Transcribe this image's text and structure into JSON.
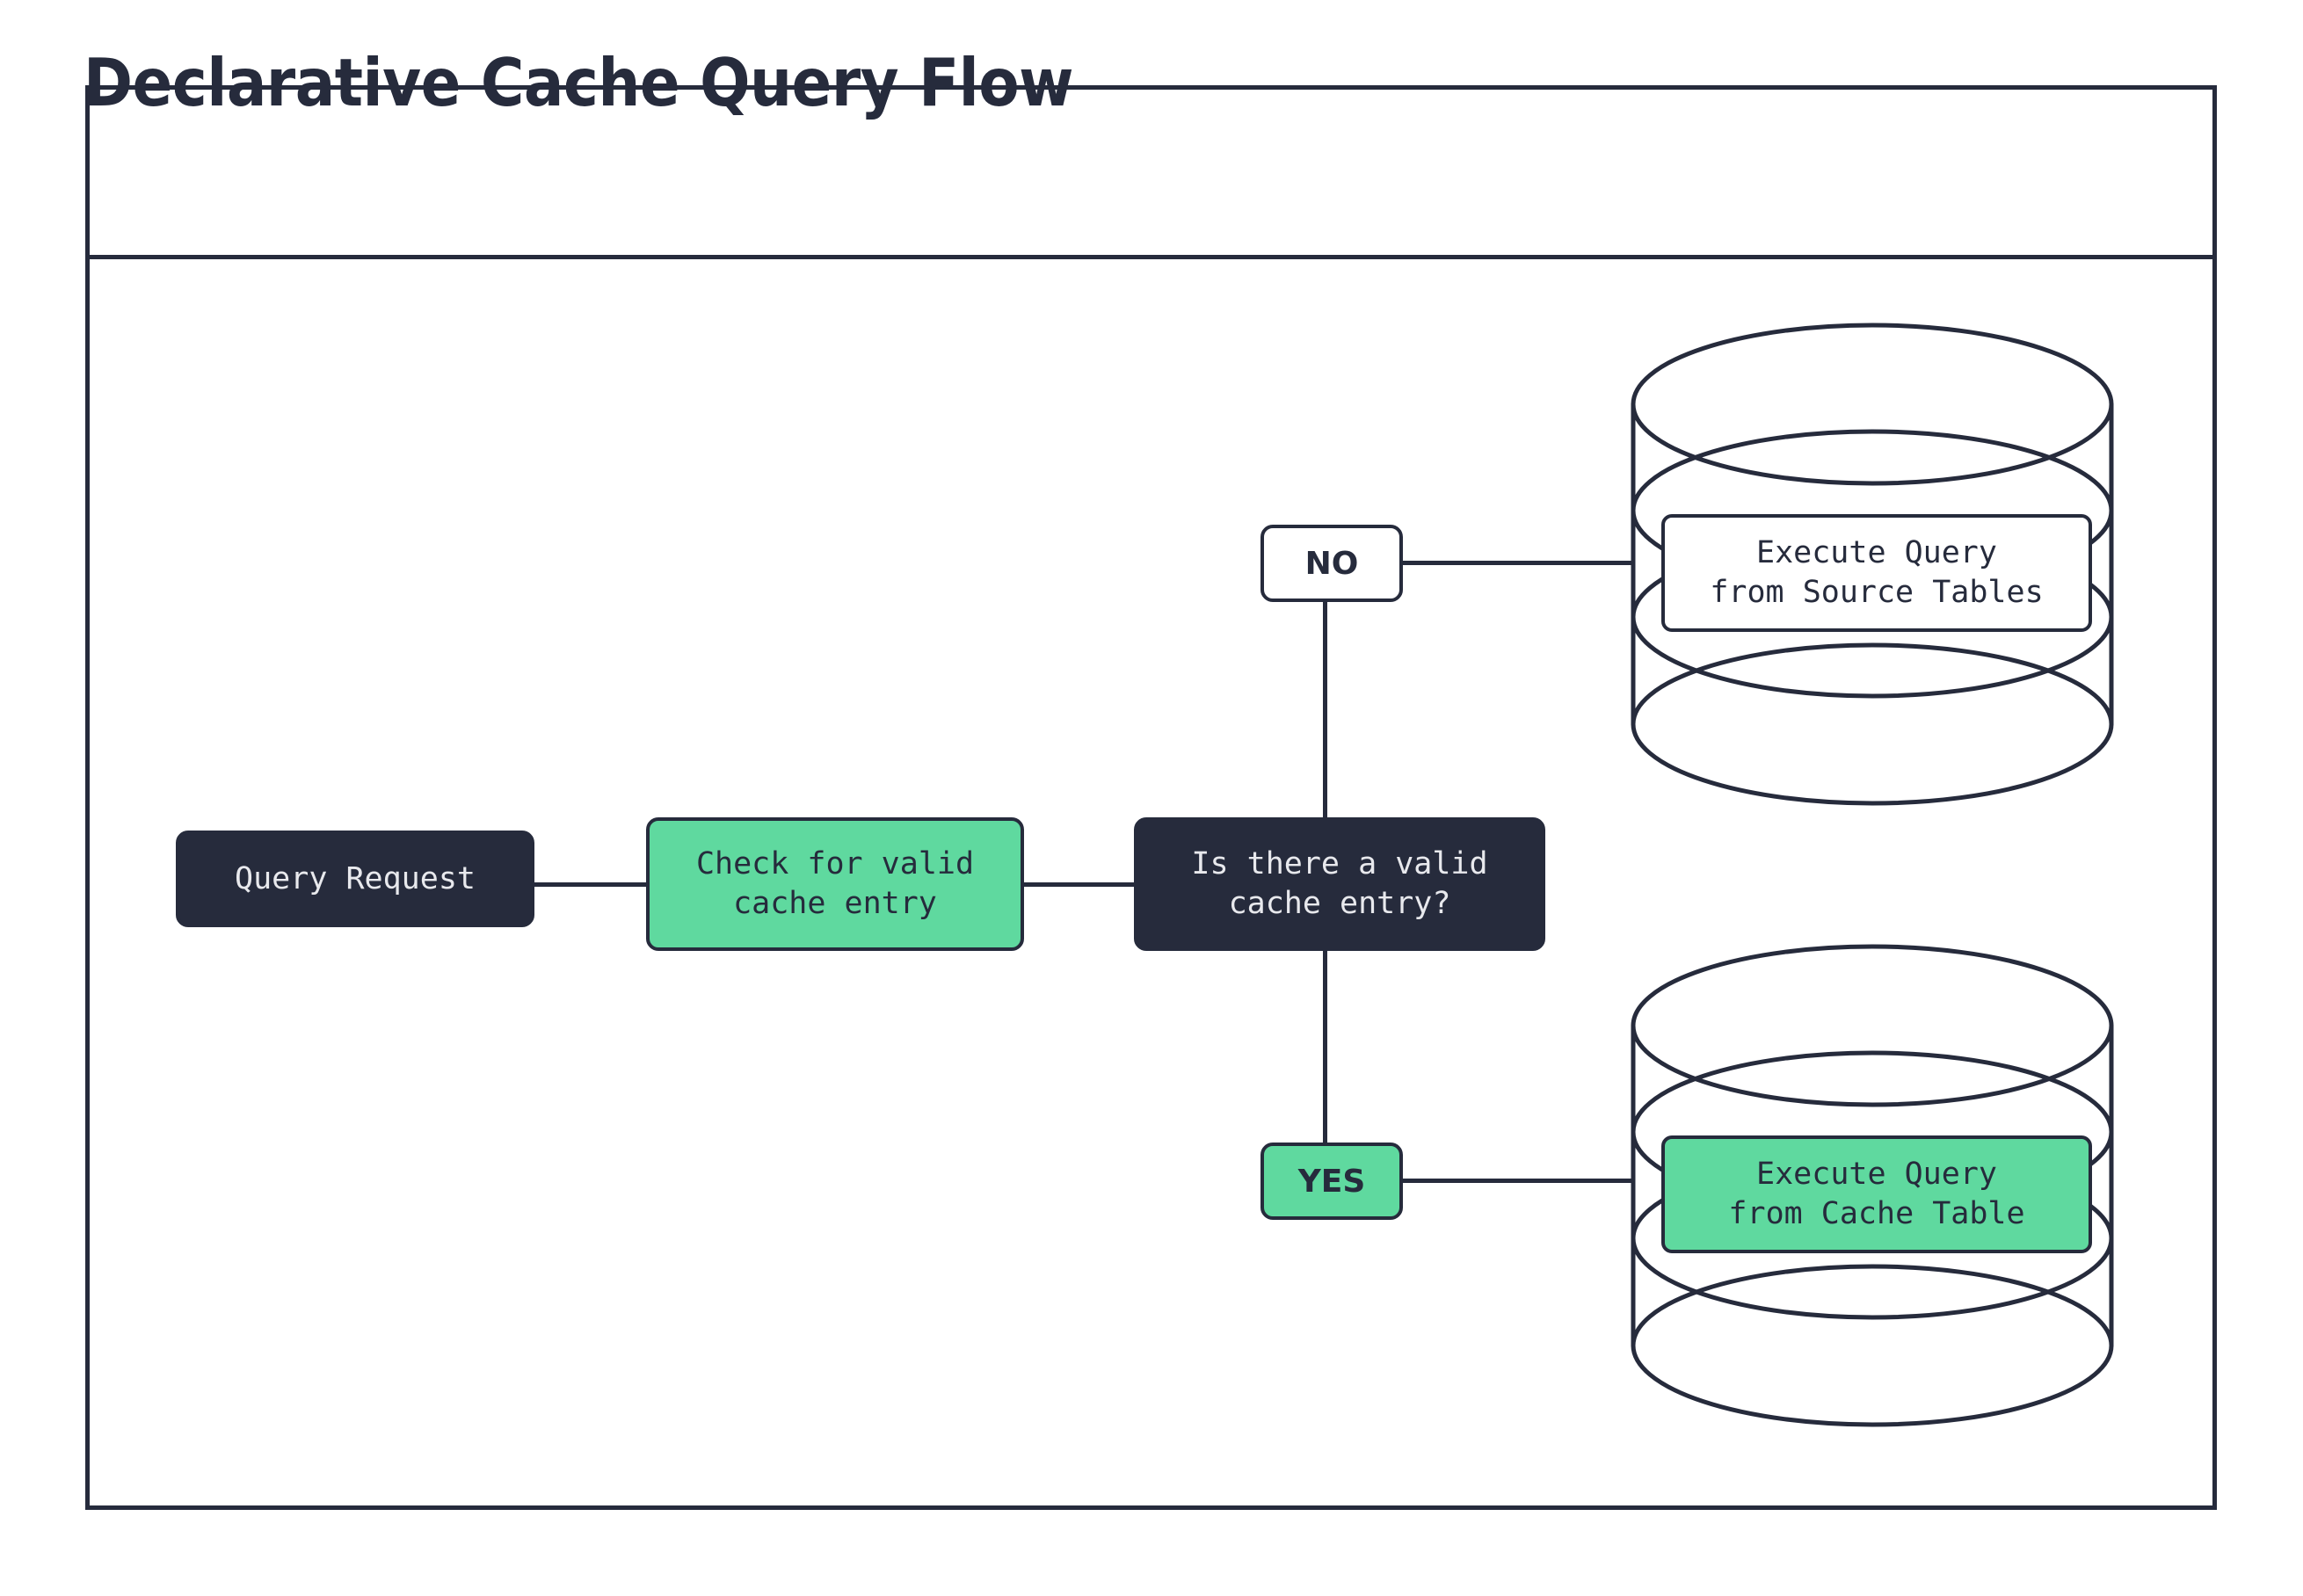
{
  "diagram": {
    "title": "Declarative Cache Query Flow",
    "background_color": "#ffffff",
    "stroke_color": "#262B3C",
    "accent_green": "#5FD99F",
    "dark_fill": "#262B3C",
    "light_text": "#E8E9ED"
  },
  "nodes": {
    "query_request": {
      "label": "Query Request",
      "style": "dark"
    },
    "check_cache": {
      "label": "Check for valid\ncache entry",
      "style": "green"
    },
    "decision": {
      "label": "Is there a valid\ncache entry?",
      "style": "dark"
    },
    "source_db_label": {
      "label": "Execute Query\nfrom Source Tables",
      "style": "white"
    },
    "cache_db_label": {
      "label": "Execute Query\nfrom Cache Table",
      "style": "green"
    }
  },
  "branches": {
    "no": {
      "label": "NO",
      "style": "white"
    },
    "yes": {
      "label": "YES",
      "style": "green"
    }
  },
  "databases": {
    "source": {
      "name": "source-tables-database"
    },
    "cache": {
      "name": "cache-table-database"
    }
  },
  "edges": [
    {
      "from": "query_request",
      "to": "check_cache"
    },
    {
      "from": "check_cache",
      "to": "decision"
    },
    {
      "from": "decision",
      "to": "no"
    },
    {
      "from": "decision",
      "to": "yes"
    },
    {
      "from": "no",
      "to": "source_db_label"
    },
    {
      "from": "yes",
      "to": "cache_db_label"
    }
  ]
}
